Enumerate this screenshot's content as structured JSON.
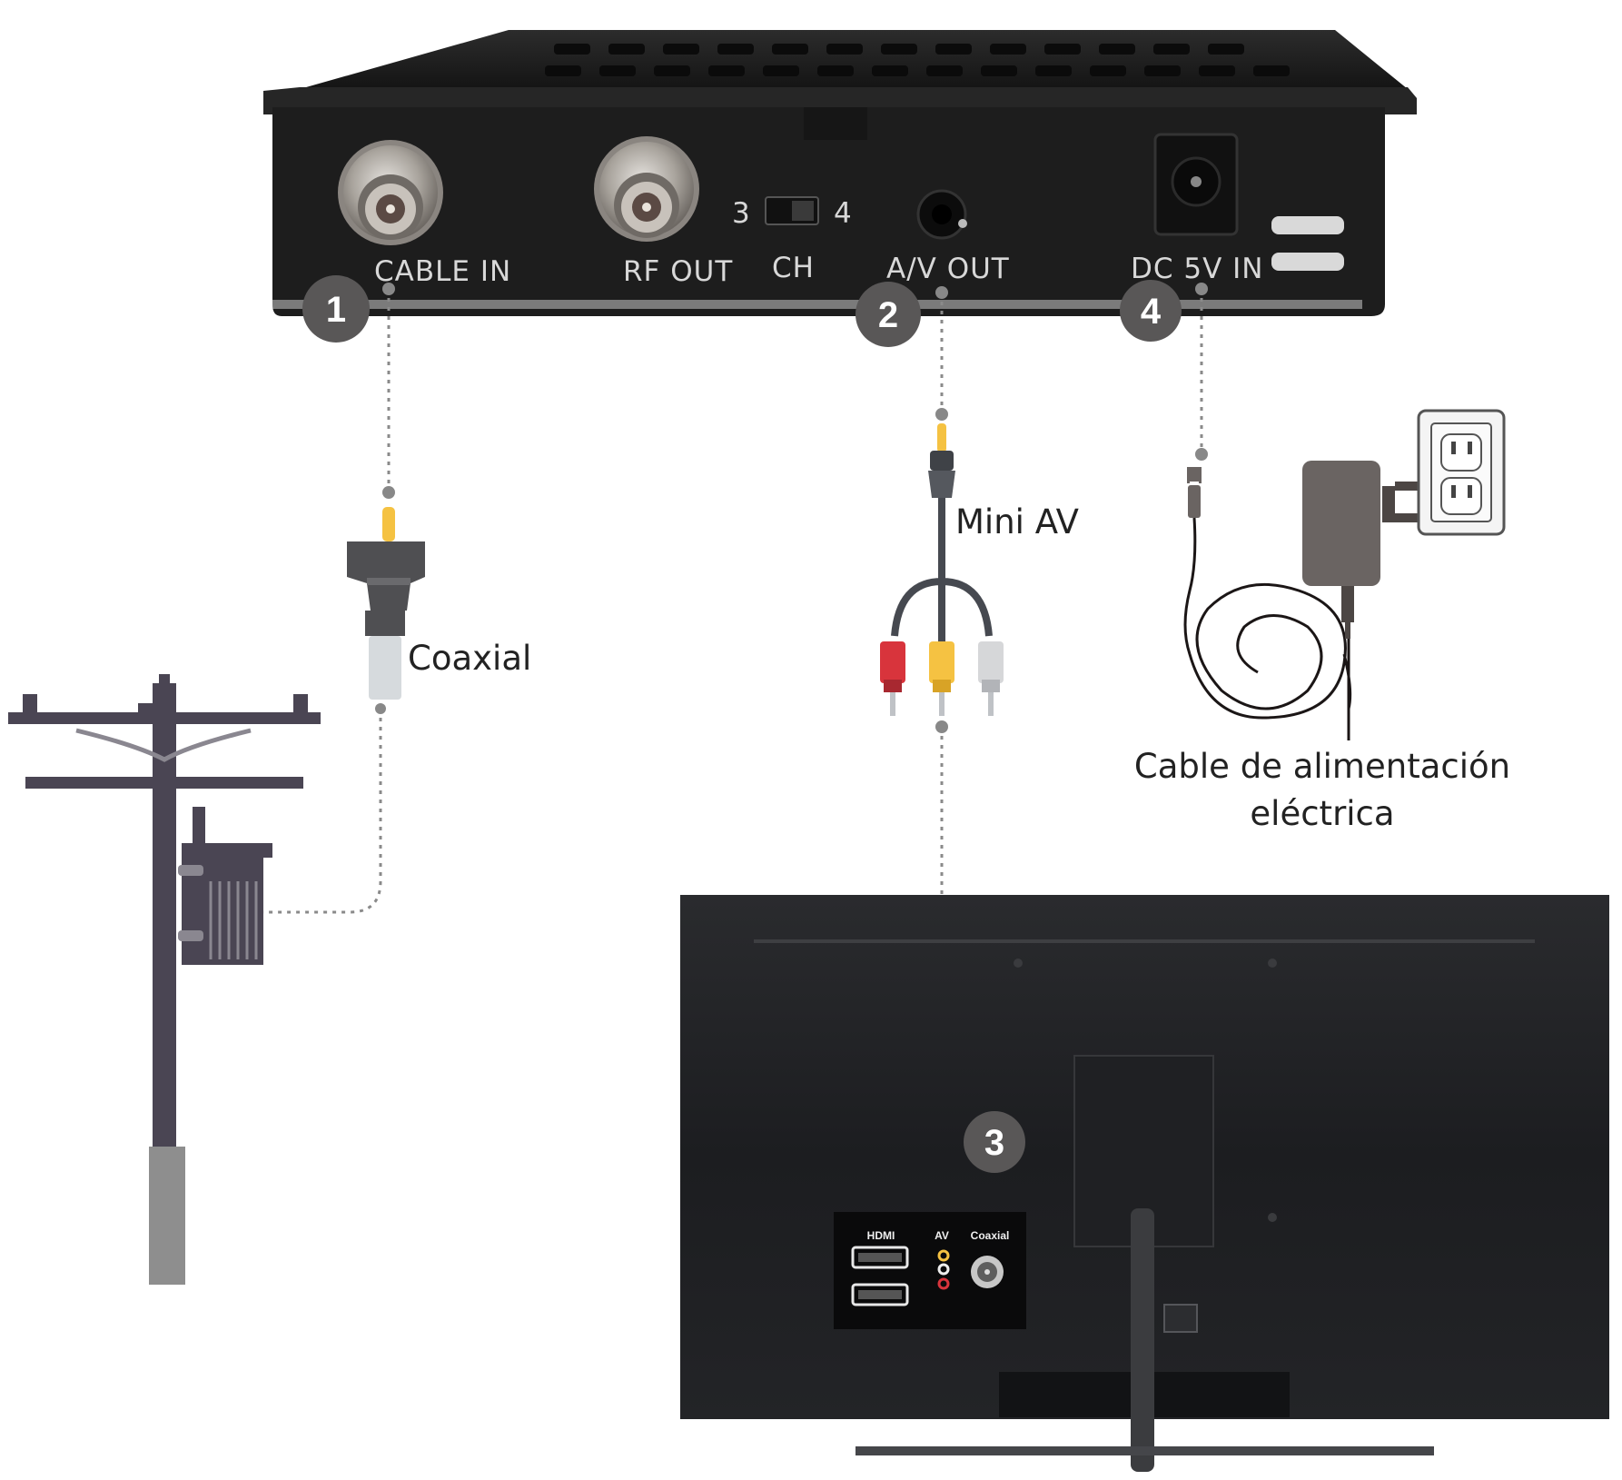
{
  "box": {
    "ports": {
      "cable_in": "CABLE IN",
      "rf_out": "RF OUT",
      "ch": "CH",
      "ch3": "3",
      "ch4": "4",
      "av_out": "A/V OUT",
      "dc_in": "DC 5V IN"
    }
  },
  "steps": {
    "s1": "1",
    "s2": "2",
    "s3": "3",
    "s4": "4"
  },
  "labels": {
    "coaxial": "Coaxial",
    "mini_av": "Mini AV",
    "power_line1": "Cable de alimentación",
    "power_line2": "eléctrica"
  },
  "tv": {
    "hdmi": "HDMI",
    "av": "AV",
    "coaxial": "Coaxial"
  },
  "colors": {
    "box": "#1f1f1f",
    "badge": "#595757",
    "pole": "#4a4553",
    "connector_yellow": "#f5c242",
    "connector_red": "#d8343c",
    "connector_white": "#d6d7d9",
    "tv": "#1b1c1e"
  }
}
